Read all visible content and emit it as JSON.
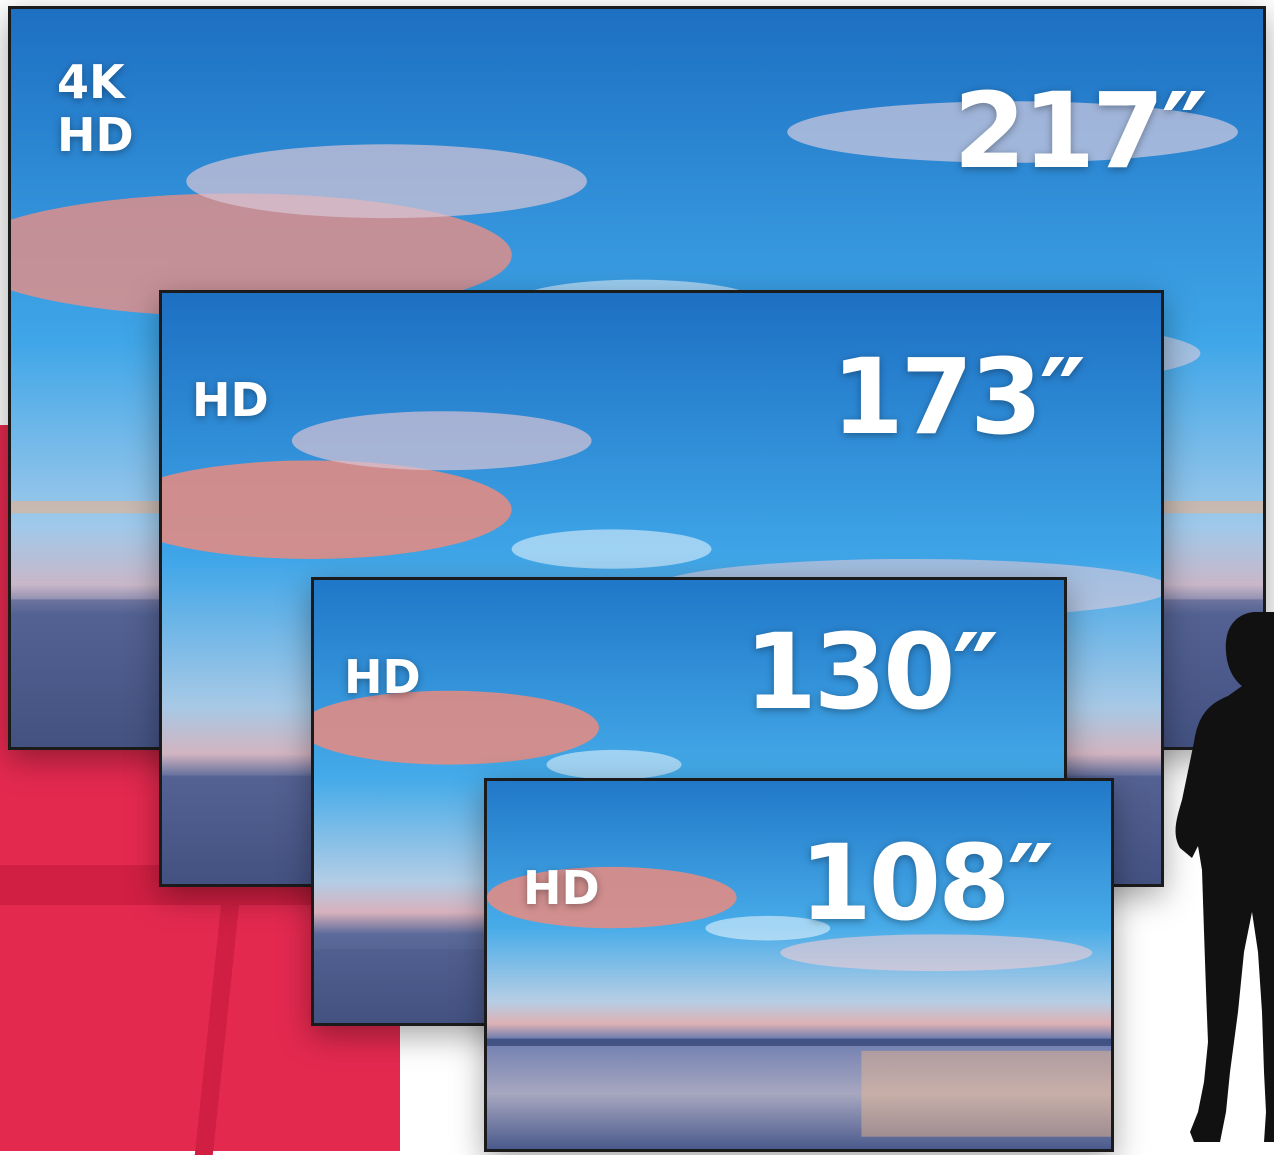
{
  "colors": {
    "accent_red": "#e4294f",
    "sky_top": "#1f73c4",
    "sky_mid": "#3aa3e6",
    "cloud_pink": "#f08a7a",
    "water": "#4a5c8e",
    "silhouette": "#111111"
  },
  "screens": [
    {
      "id": "217",
      "resolution_line1": "4K",
      "resolution_line2": "HD",
      "size_label": "217″"
    },
    {
      "id": "173",
      "resolution_line1": "HD",
      "size_label": "173″"
    },
    {
      "id": "130",
      "resolution_line1": "HD",
      "size_label": "130″"
    },
    {
      "id": "108",
      "resolution_line1": "HD",
      "size_label": "108″"
    }
  ],
  "icons": {
    "person": "person-silhouette-icon"
  }
}
